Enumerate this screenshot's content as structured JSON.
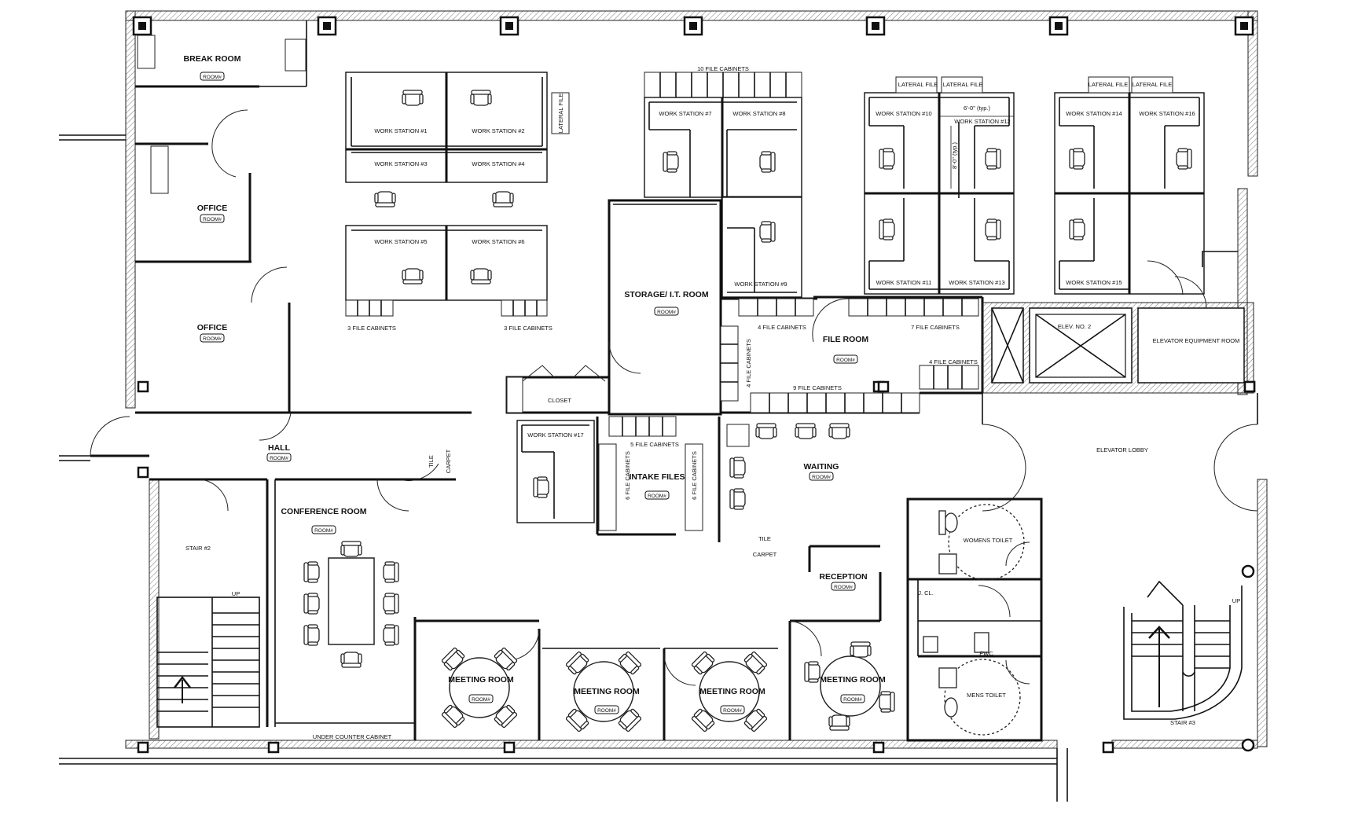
{
  "rooms": {
    "break_room": "BREAK ROOM",
    "office_1": "OFFICE",
    "office_2": "OFFICE",
    "hall": "HALL",
    "stair_2": "STAIR #2",
    "conference_room": "CONFERENCE ROOM",
    "storage_it": "STORAGE/ I.T. ROOM",
    "closet": "CLOSET",
    "file_room": "FILE ROOM",
    "intake_files": "INTAKE FILES",
    "waiting": "WAITING",
    "reception": "RECEPTION",
    "elevator_lobby": "ELEVATOR LOBBY",
    "elev_2": "ELEV. NO. 2",
    "elevator_equipment": "ELEVATOR EQUIPMENT ROOM",
    "womens_toilet": "WOMENS TOILET",
    "mens_toilet": "MENS TOILET",
    "janitor_closet": "J. CL.",
    "ewc": "EWC",
    "stair_3": "STAIR #3",
    "meeting_room_1": "MEETING ROOM",
    "meeting_room_2": "MEETING ROOM",
    "meeting_room_3": "MEETING ROOM",
    "meeting_room_4": "MEETING ROOM",
    "under_counter": "UNDER COUNTER CABINET",
    "room_tag": "ROOM#"
  },
  "workstations": {
    "ws1": "WORK STATION #1",
    "ws2": "WORK STATION #2",
    "ws3": "WORK STATION #3",
    "ws4": "WORK STATION #4",
    "ws5": "WORK STATION #5",
    "ws6": "WORK STATION #6",
    "ws7": "WORK STATION #7",
    "ws8": "WORK STATION #8",
    "ws9": "WORK STATION #9",
    "ws10": "WORK STATION #10",
    "ws11": "WORK STATION #11",
    "ws12": "WORK STATION #12",
    "ws13": "WORK STATION #13",
    "ws14": "WORK STATION #14",
    "ws15": "WORK STATION #15",
    "ws16": "WORK STATION #16",
    "ws17": "WORK STATION #17"
  },
  "cabinets": {
    "ten_file": "10 FILE CABINETS",
    "three_file_a": "3 FILE CABINETS",
    "three_file_b": "3 FILE CABINETS",
    "four_file_a": "4 FILE CABINETS",
    "four_file_b": "4 FILE CABINETS",
    "four_file_c": "4 FILE CABINETS",
    "seven_file": "7 FILE CABINETS",
    "nine_file": "9 FILE CABINETS",
    "five_file": "5 FILE CABINETS",
    "six_file_a": "6 FILE CABINETS",
    "six_file_b": "6 FILE CABINETS",
    "lateral_file_vertical": "LATERAL FILE",
    "lateral_file_1": "LATERAL FILE",
    "lateral_file_2": "LATERAL FILE",
    "lateral_file_3": "LATERAL FILE",
    "lateral_file_4": "LATERAL FILE"
  },
  "notes": {
    "dim_6ft": "6'-0\" (typ.)",
    "dim_8ft": "8'-0\" (typ.)",
    "tile_carpet_1_tile": "TILE",
    "tile_carpet_1_carpet": "CARPET",
    "tile_carpet_2_tile": "TILE",
    "tile_carpet_2_carpet": "CARPET",
    "up_1": "UP",
    "up_2": "UP"
  }
}
